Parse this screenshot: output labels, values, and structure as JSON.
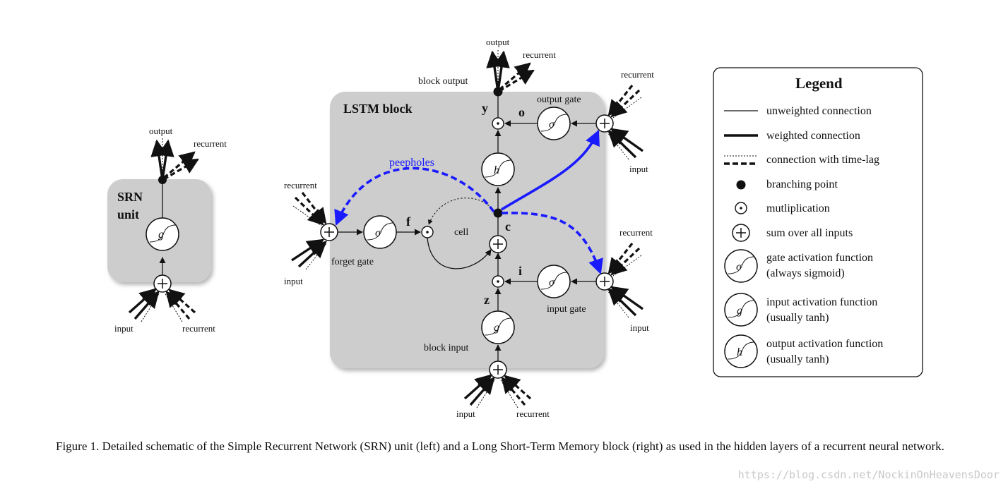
{
  "srn": {
    "title_line1": "SRN",
    "title_line2": "unit",
    "output": "output",
    "recurrent_top": "recurrent",
    "input": "input",
    "recurrent_bottom": "recurrent",
    "activation": "g"
  },
  "lstm": {
    "title": "LSTM block",
    "block_output": "block output",
    "output": "output",
    "recurrent_top": "recurrent",
    "output_gate": "output gate",
    "y": "y",
    "o": "o",
    "peepholes": "peepholes",
    "forget_gate": "forget gate",
    "f": "f",
    "cell": "cell",
    "c": "c",
    "i": "i",
    "z": "z",
    "input_gate": "input gate",
    "block_input": "block input",
    "fg_recurrent": "recurrent",
    "fg_input": "input",
    "og_recurrent": "recurrent",
    "og_input": "input",
    "ig_recurrent": "recurrent",
    "ig_input": "input",
    "bottom_input": "input",
    "bottom_recurrent": "recurrent",
    "sigma": "σ",
    "g": "g",
    "h": "h"
  },
  "legend": {
    "title": "Legend",
    "items": [
      {
        "text": "unweighted connection"
      },
      {
        "text": "weighted connection"
      },
      {
        "text": "connection with time-lag"
      },
      {
        "text": "branching point"
      },
      {
        "text": "mutliplication"
      },
      {
        "text": "sum over all inputs"
      },
      {
        "line1": "gate activation function",
        "line2": "(always sigmoid)",
        "symbol": "σ"
      },
      {
        "line1": "input activation function",
        "line2": "(usually tanh)",
        "symbol": "g"
      },
      {
        "line1": "output activation function",
        "line2": "(usually tanh)",
        "symbol": "h"
      }
    ]
  },
  "caption": "Figure 1.  Detailed schematic of the Simple Recurrent Network (SRN) unit (left) and a Long Short-Term Memory block (right) as used in the hidden layers of a recurrent neural network.",
  "watermark": "https://blog.csdn.net/NockinOnHeavensDoor",
  "colors": {
    "block_fill": "#cdcdcd",
    "peephole_blue": "#1a1aff",
    "ink": "#111111"
  }
}
